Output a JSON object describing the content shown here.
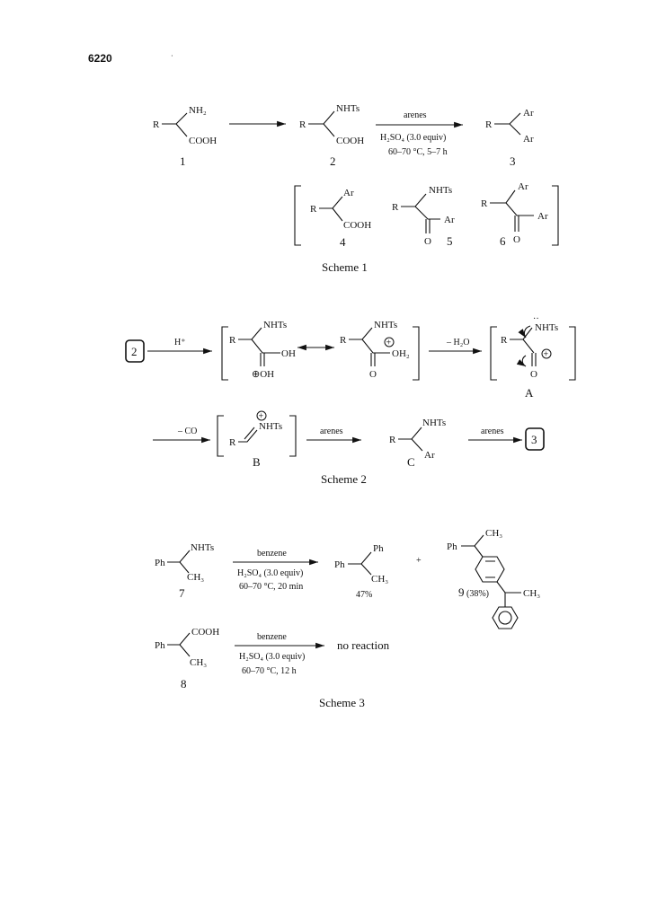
{
  "page": {
    "number": "6220"
  },
  "scheme1": {
    "caption": "Scheme 1",
    "c1": {
      "r": "R",
      "sub": "NH₂",
      "acid": "COOH",
      "num": "1"
    },
    "c2": {
      "r": "R",
      "sub": "NHTs",
      "acid": "COOH",
      "num": "2"
    },
    "arrow": {
      "above": "arenes",
      "reagent": "H₂SO₄ (3.0 equiv)",
      "conditions": "60–70 °C, 5–7 h"
    },
    "c3": {
      "r": "R",
      "ar1": "Ar",
      "ar2": "Ar",
      "num": "3"
    },
    "c4": {
      "r": "R",
      "ar": "Ar",
      "acid": "COOH",
      "num": "4"
    },
    "c5": {
      "r": "R",
      "sub": "NHTs",
      "ar": "Ar",
      "o": "O",
      "num": "5"
    },
    "c6": {
      "r": "R",
      "ar1": "Ar",
      "ar2": "Ar",
      "o": "O",
      "num": "6"
    }
  },
  "scheme2": {
    "caption": "Scheme 2",
    "start": "2",
    "h_plus": "H⁺",
    "i1": {
      "r": "R",
      "sub": "NHTs",
      "oh": "OH",
      "cat": "⊕OH"
    },
    "i2": {
      "r": "R",
      "sub": "NHTs",
      "oh2": "OH₂",
      "o": "O"
    },
    "water": "– H₂O",
    "a": {
      "r": "R",
      "sub": "NHTs",
      "o": "O",
      "label": "A"
    },
    "co": "– CO",
    "b": {
      "r": "R",
      "sub": "NHTs",
      "label": "B"
    },
    "arenes1": "arenes",
    "c": {
      "r": "R",
      "sub": "NHTs",
      "ar": "Ar",
      "label": "C"
    },
    "arenes2": "arenes",
    "end": "3"
  },
  "scheme3": {
    "caption": "Scheme 3",
    "c7": {
      "ph": "Ph",
      "sub": "NHTs",
      "ch3": "CH₃",
      "num": "7"
    },
    "arrow1": {
      "above": "benzene",
      "reagent": "H₂SO₄ (3.0 equiv)",
      "conditions": "60–70 °C, 20 min"
    },
    "p1": {
      "ph1": "Ph",
      "ph2": "Ph",
      "ch3": "CH₃",
      "yield": "47%"
    },
    "plus": "+",
    "c9": {
      "ph": "Ph",
      "ch3a": "CH₃",
      "ch3b": "CH₃",
      "num": "9",
      "yield": "(38%)"
    },
    "c8": {
      "ph": "Ph",
      "acid": "COOH",
      "ch3": "CH₃",
      "num": "8"
    },
    "arrow2": {
      "above": "benzene",
      "reagent": "H₂SO₄ (3.0 equiv)",
      "conditions": "60–70 °C, 12 h"
    },
    "no_reaction": "no reaction"
  }
}
